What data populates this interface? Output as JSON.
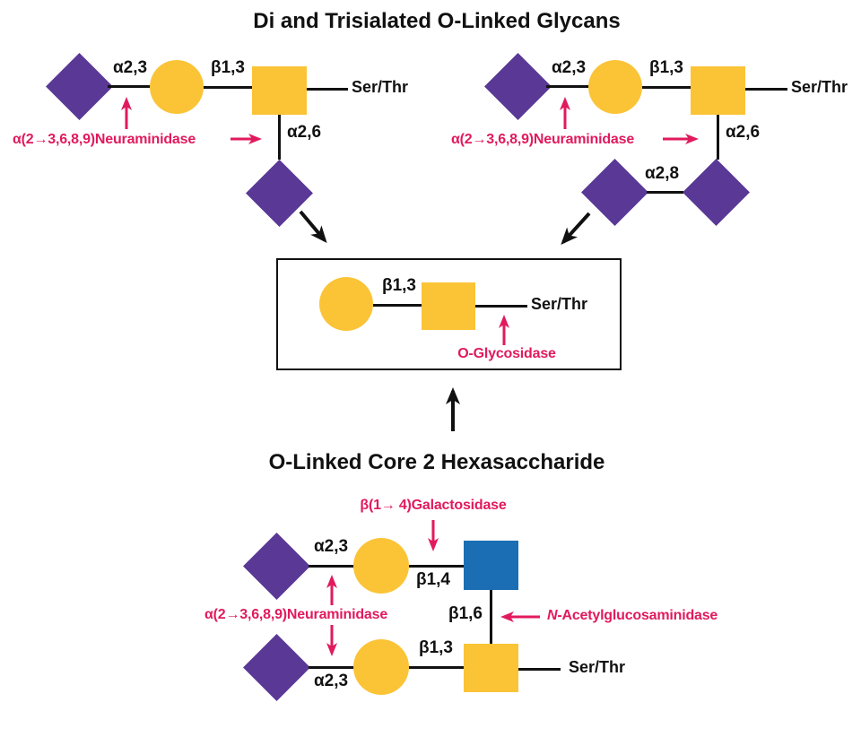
{
  "colors": {
    "purple": "#5A3896",
    "yellow": "#FBC437",
    "blue": "#1B6EB3",
    "pink": "#E11A5E",
    "ink": "#111111"
  },
  "titles": {
    "main": "Di and Trisialated O-Linked Glycans",
    "sub": "O-Linked Core 2 Hexasaccharide"
  },
  "labels": {
    "ser_thr": "Ser/Thr",
    "a23": "α2,3",
    "a26": "α2,6",
    "a28": "α2,8",
    "b13": "β1,3",
    "b14": "β1,4",
    "b16": "β1,6"
  },
  "enzymes": {
    "neuraminidase": "α(2→3,6,8,9)Neuraminidase",
    "o_glycosidase": "O-Glycosidase",
    "galactosidase": "β(1→ 4)Galactosidase",
    "glcnacase_prefix": "N",
    "glcnacase_rest": "-Acetylglucosaminidase"
  },
  "icons": {
    "purple_diamond": "sialic-acid-diamond",
    "yellow_circle": "galactose-circle",
    "yellow_square": "galnac-square",
    "blue_square": "glcnac-square"
  }
}
